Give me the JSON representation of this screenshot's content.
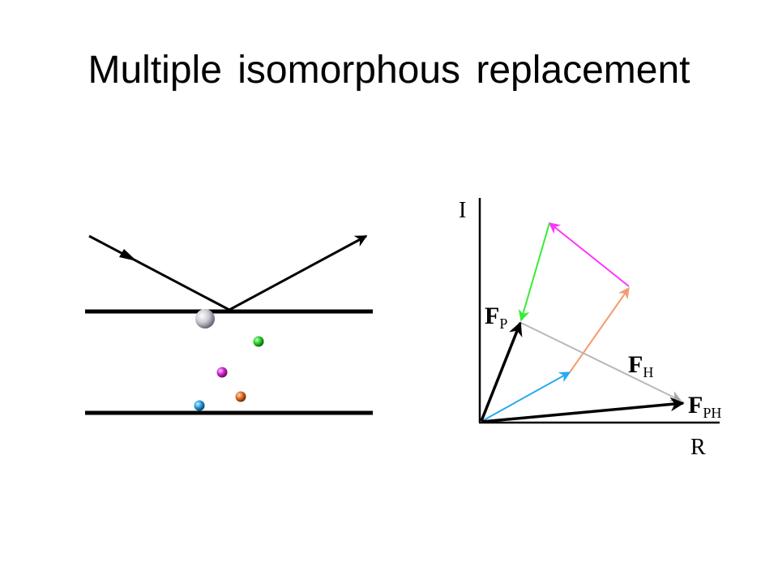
{
  "slide": {
    "title": "Multiple isomorphous replacement"
  },
  "argand": {
    "axis_imaginary": "I",
    "axis_real": "R",
    "vectors": {
      "fp": {
        "main": "F",
        "sub": "P"
      },
      "fh": {
        "main": "F",
        "sub": "H"
      },
      "fph": {
        "main": "F",
        "sub": "PH"
      }
    }
  },
  "colors": {
    "heavy_atom": "#c8c8d0",
    "atom_green": "#22cc22",
    "atom_magenta": "#cc22cc",
    "atom_orange": "#dd6622",
    "atom_cyan": "#2299dd",
    "arrow_cyan": "#2aa8f0",
    "arrow_orange": "#f59a70",
    "arrow_magenta": "#ff33ff",
    "arrow_green": "#33ee33",
    "arrow_gray": "#b8b8b8"
  }
}
